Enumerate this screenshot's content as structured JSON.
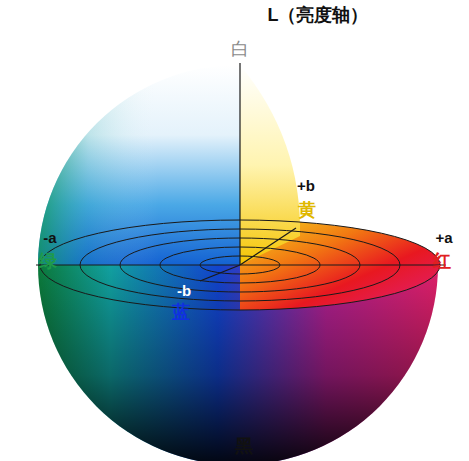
{
  "diagram": {
    "labels": [
      "L（亮度轴）",
      "白",
      "+b",
      "黄",
      "-a",
      "绿",
      "+a",
      "红",
      "-b",
      "蓝",
      "黑"
    ]
  }
}
